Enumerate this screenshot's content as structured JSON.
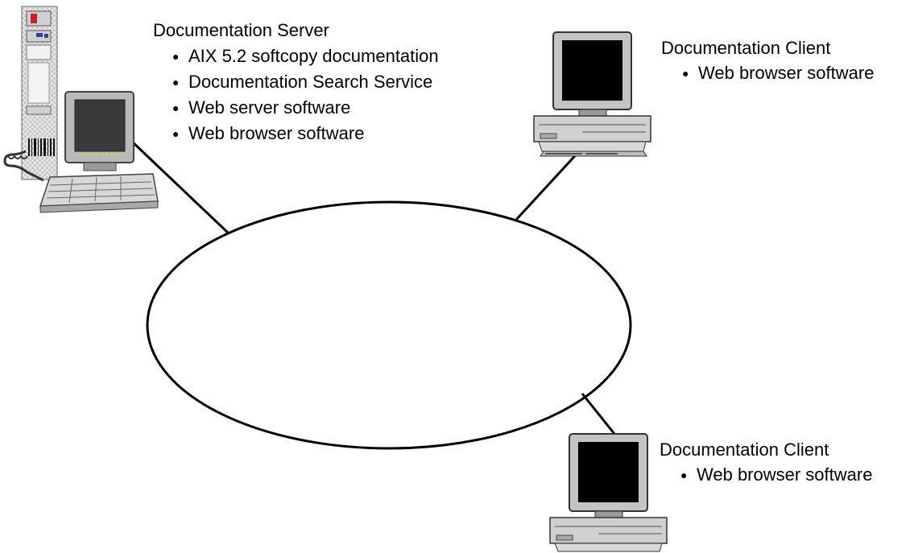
{
  "server": {
    "title": "Documentation Server",
    "items": [
      "AIX 5.2 softcopy documentation",
      "Documentation Search Service",
      "Web server software",
      "Web browser software"
    ]
  },
  "client_top": {
    "title": "Documentation Client",
    "items": [
      "Web browser software"
    ]
  },
  "client_bottom": {
    "title": "Documentation Client",
    "items": [
      "Web browser software"
    ]
  },
  "icons": {
    "server": "server-workstation-icon",
    "client": "desktop-computer-icon"
  }
}
